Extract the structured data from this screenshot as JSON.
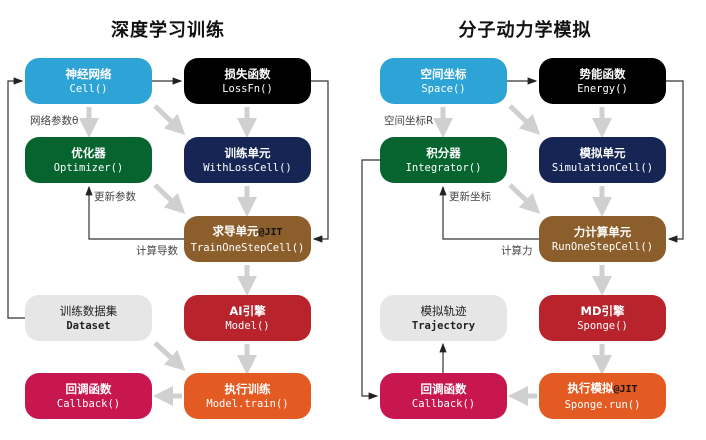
{
  "diagrams": [
    {
      "title": "深度学习训练",
      "nodes": {
        "cell": {
          "cn": "神经网络",
          "code": "Cell()",
          "color": "#2ea3d5"
        },
        "lossfn": {
          "cn": "损失函数",
          "code": "LossFn()",
          "color": "#000000"
        },
        "optimizer": {
          "cn": "优化器",
          "code": "Optimizer()",
          "color": "#06652e"
        },
        "withloss": {
          "cn": "训练单元",
          "code": "WithLossCell()",
          "color": "#172554"
        },
        "trainstep": {
          "cn": "求导单元",
          "jit": "@JIT",
          "code": "TrainOneStepCell()",
          "color": "#8b5e2b"
        },
        "dataset": {
          "cn": "训练数据集",
          "code": "Dataset",
          "color": "#e6e6e6"
        },
        "model": {
          "cn": "AI引擎",
          "code": "Model()",
          "color": "#b9232b"
        },
        "callback": {
          "cn": "回调函数",
          "code": "Callback()",
          "color": "#c8174f"
        },
        "train": {
          "cn": "执行训练",
          "code": "Model.train()",
          "color": "#e35a22"
        }
      },
      "labels": {
        "params": "网络参数θ",
        "update": "更新参数",
        "grad": "计算导数"
      }
    },
    {
      "title": "分子动力学模拟",
      "nodes": {
        "space": {
          "cn": "空间坐标",
          "code": "Space()",
          "color": "#2ea3d5"
        },
        "energy": {
          "cn": "势能函数",
          "code": "Energy()",
          "color": "#000000"
        },
        "integrator": {
          "cn": "积分器",
          "code": "Integrator()",
          "color": "#06652e"
        },
        "simcell": {
          "cn": "模拟单元",
          "code": "SimulationCell()",
          "color": "#172554"
        },
        "runstep": {
          "cn": "力计算单元",
          "code": "RunOneStepCell()",
          "color": "#8b5e2b"
        },
        "trajectory": {
          "cn": "模拟轨迹",
          "code": "Trajectory",
          "color": "#e6e6e6"
        },
        "sponge": {
          "cn": "MD引擎",
          "code": "Sponge()",
          "color": "#b9232b"
        },
        "callback": {
          "cn": "回调函数",
          "code": "Callback()",
          "color": "#c8174f"
        },
        "run": {
          "cn": "执行模拟",
          "jit": "@JIT",
          "code": "Sponge.run()",
          "color": "#e35a22"
        }
      },
      "labels": {
        "coords": "空间坐标R",
        "update": "更新坐标",
        "force": "计算力"
      }
    }
  ]
}
